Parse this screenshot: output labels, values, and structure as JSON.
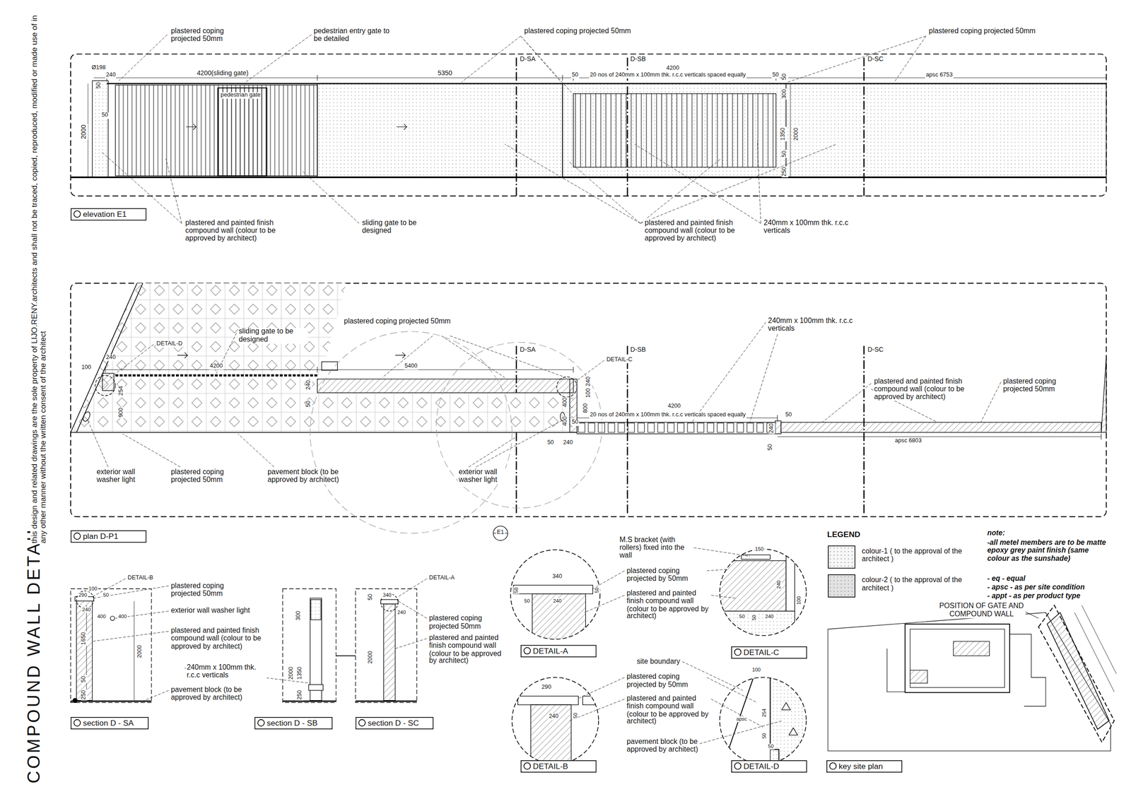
{
  "diagram": {
    "title": "COMPOUND WALL DETAIL",
    "nodes": [
      {
        "text": [
          "elevation E1"
        ]
      },
      {
        "text": [
          "plan D-P1"
        ]
      },
      {
        "text": [
          "section D - SA"
        ]
      },
      {
        "text": [
          "section D - SB"
        ]
      },
      {
        "text": [
          "section D - SC"
        ]
      },
      {
        "text": [
          "DETAIL-A"
        ]
      },
      {
        "text": [
          "DETAIL-C"
        ]
      },
      {
        "text": [
          "DETAIL-B"
        ]
      },
      {
        "text": [
          "DETAIL-D"
        ]
      },
      {
        "text": [
          "key site plan"
        ]
      }
    ],
    "labels": [
      "plastered coping projected 50mm",
      "pedestrian entry gate to be detailed",
      "plastered coping projected 50mm",
      "plastered coping projected 50mm",
      "Ø198",
      "240",
      "4200(sliding gate)",
      "5350",
      "D-SA",
      "D-SB",
      "D-SC",
      "4200",
      "50",
      "20 nos of 240mm x 100mm thk. r.c.c verticals spaced equally",
      "50",
      "50",
      "apsc 6753",
      "50",
      "50",
      "2000",
      "pedestrian gate",
      "300",
      "1350",
      "2000",
      "50",
      "250",
      "plastered and painted finish compound wall (colour to be approved by architect)",
      "sliding gate to be designed",
      "plastered and painted finish compound wall (colour to be approved by architect)",
      "240mm x 100mm thk. r.c.c verticals",
      "plastered coping projected 50mm",
      "sliding gate to be designed",
      "DETAIL-D",
      "240mm x 100mm thk. r.c.c verticals",
      "D-SA",
      "D-SB",
      "D-SC",
      "DETAIL-C",
      "100",
      "240",
      "4200",
      "5400",
      "254",
      "900",
      "240",
      "50",
      "240",
      "100",
      "800",
      "400",
      "400",
      "50",
      "50",
      "240",
      "4200",
      "20 nos of 240mm x 100mm thk. r.c.c verticals spaced equally",
      "50",
      "240",
      "50",
      "apsc 6803",
      "plastered and painted finish compound wall (colour to be approved by architect)",
      "plastered coping projected 50mm",
      "exterior wall washer light",
      "plastered coping projected 50mm",
      "pavement block (to be approved by architect)",
      "exterior wall washer light",
      "E1",
      "DETAIL-B",
      "290",
      "100",
      "50",
      "240",
      "400",
      "400",
      "1650",
      "2000",
      "50",
      "250",
      "plastered coping projected 50mm",
      "exterior wall washer light",
      "plastered and painted finish compound wall (colour to be approved by architect)",
      "240mm x 100mm thk. r.c.c verticals",
      "pavement block (to be approved by architect)",
      "300",
      "2000",
      "1350",
      "250",
      "DETAIL-A",
      "50",
      "340",
      "240",
      "2000",
      "plastered coping projected 50mm",
      "plastered and painted finish compound wall (colour to be approved by architect)",
      "M.S bracket (with rollers) fixed into the wall",
      "340",
      "50",
      "50",
      "240",
      "50",
      "plastered coping projected by 50mm",
      "plastered and painted finish compound wall (colour to be approved by architect)",
      "150",
      "240",
      "100",
      "50",
      "240",
      "50",
      "290",
      "240",
      "50",
      "site boundary",
      "plastered coping projected by 50mm",
      "plastered and painted finish compound wall (colour to be approved by architect)",
      "pavement block (to be approved by architect)",
      "100",
      "254",
      "apsc",
      "50",
      "50",
      "LEGEND",
      "note:",
      "-all metel members are to be matte epoxy grey paint finish (same colour as the sunshade)",
      "- eq - equal",
      "- apsc - as per site condition",
      "- appt - as per product type",
      "POSITION OF GATE AND COMPOUND WALL",
      "this design and related drawings are the sole property of LIJO.RENY.architects and shall not be traced, copied, reproduced, modified or made use of in any other manner without the written consent of the architect"
    ],
    "legend": [
      {
        "text": "colour-1 ( to the approval of the architect )",
        "color": "#f7f7f7"
      },
      {
        "text": "colour-2 ( to the approval of the architect )",
        "color": "#e2e2e2"
      }
    ]
  }
}
